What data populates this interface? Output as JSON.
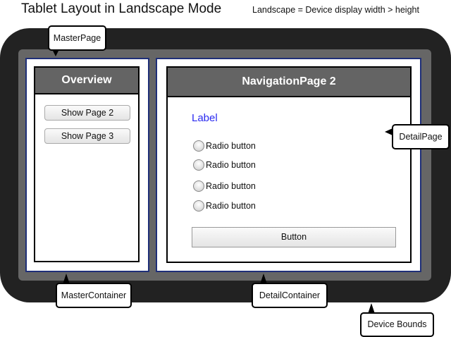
{
  "title": "Tablet Layout in Landscape Mode",
  "subtitle": "Landscape = Device display width > height",
  "master": {
    "header": "Overview",
    "buttons": [
      "Show Page 2",
      "Show Page 3"
    ]
  },
  "detail": {
    "header": "NavigationPage 2",
    "label": "Label",
    "radios": [
      "Radio button",
      "Radio button",
      "Radio button",
      "Radio button"
    ],
    "button": "Button"
  },
  "callouts": {
    "master_page": "MasterPage",
    "detail_page": "DetailPage",
    "master_container": "MasterContainer",
    "detail_container": "DetailContainer",
    "device_bounds": "Device Bounds"
  }
}
